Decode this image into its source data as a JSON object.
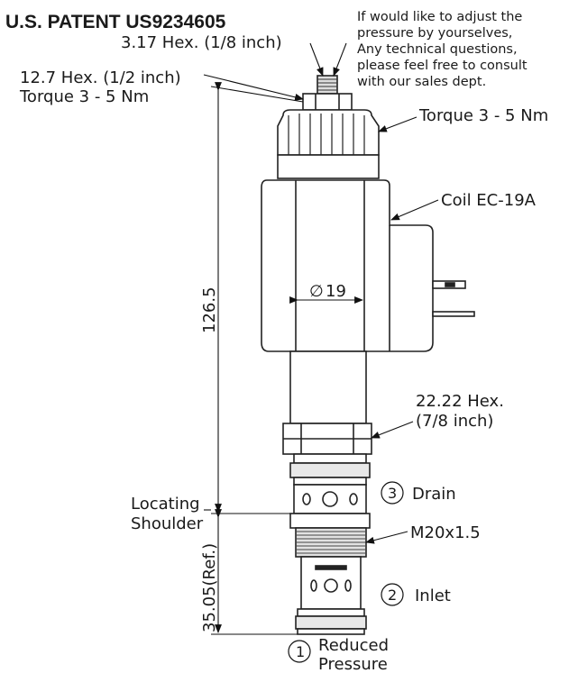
{
  "title": "U.S. PATENT US9234605",
  "note": [
    "If would like to adjust the",
    "pressure by yourselves,",
    "Any technical questions,",
    "please feel free to consult",
    "with our sales dept."
  ],
  "labels": {
    "hex_small": "3.17 Hex. (1/8 inch)",
    "hex_half": "12.7 Hex. (1/2 inch)",
    "torque_left": "Torque 3 - 5 Nm",
    "torque_right": "Torque 3 - 5 Nm",
    "coil": "Coil EC-19A",
    "diameter": "19",
    "diameter_symbol": "∅",
    "height": "126.5",
    "hex_large_1": "22.22 Hex.",
    "hex_large_2": "(7/8 inch)",
    "locating_1": "Locating",
    "locating_2": "Shoulder",
    "ref_length": "35.05(Ref.)",
    "thread": "M20x1.5",
    "port3_num": "3",
    "port3_name": "Drain",
    "port2_num": "2",
    "port2_name": "Inlet",
    "port1_num": "1",
    "port1_name_1": "Reduced",
    "port1_name_2": "Pressure"
  }
}
